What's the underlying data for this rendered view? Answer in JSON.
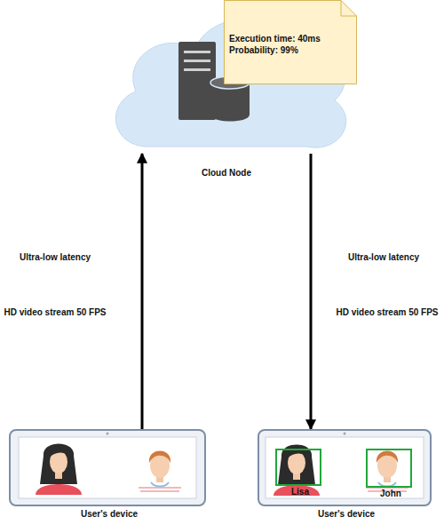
{
  "diagram": {
    "nodes": [
      {
        "text": [
          "Cloud Node"
        ]
      },
      {
        "text": [
          "Execution time: 40ms",
          "Probability: 99%"
        ]
      },
      {
        "text": [
          "User's device"
        ]
      },
      {
        "text": [
          "User's device"
        ]
      },
      {
        "text": [
          "Lisa"
        ],
        "in": 3
      },
      {
        "text": [
          "John"
        ],
        "in": 3
      }
    ],
    "edges": [
      {
        "from": 2,
        "to": 0,
        "arrow": "to"
      },
      {
        "from": 0,
        "to": 3,
        "arrow": "to"
      }
    ],
    "labels": [
      "Ultra-low latency",
      "HD video stream 50 FPS",
      "Ultra-low latency",
      "HD video stream 50 FPS"
    ]
  }
}
